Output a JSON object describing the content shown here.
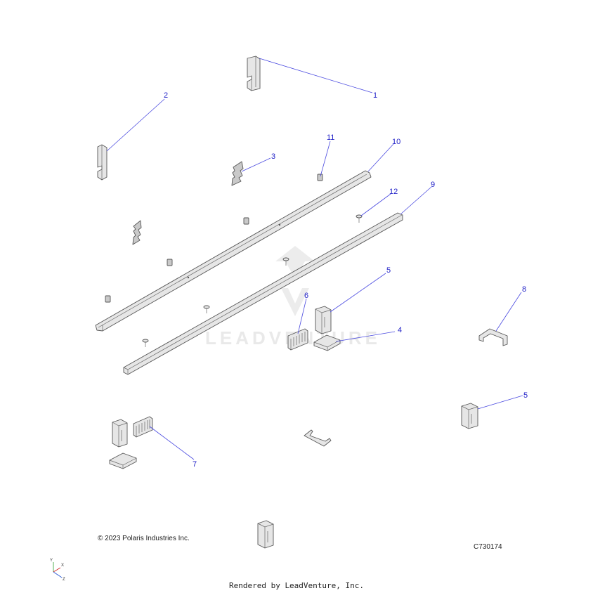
{
  "callouts": [
    {
      "num": "1"
    },
    {
      "num": "2"
    },
    {
      "num": "3"
    },
    {
      "num": "4"
    },
    {
      "num": "5"
    },
    {
      "num": "5"
    },
    {
      "num": "6"
    },
    {
      "num": "7"
    },
    {
      "num": "8"
    },
    {
      "num": "9"
    },
    {
      "num": "10"
    },
    {
      "num": "11"
    },
    {
      "num": "12"
    }
  ],
  "watermark": "LEADVENTURE",
  "copyright": "© 2023 Polaris Industries Inc.",
  "drawing_id": "C730174",
  "rendered_by": "Rendered by LeadVenture, Inc.",
  "axis": {
    "y": "Y",
    "x": "X",
    "z": "Z"
  }
}
